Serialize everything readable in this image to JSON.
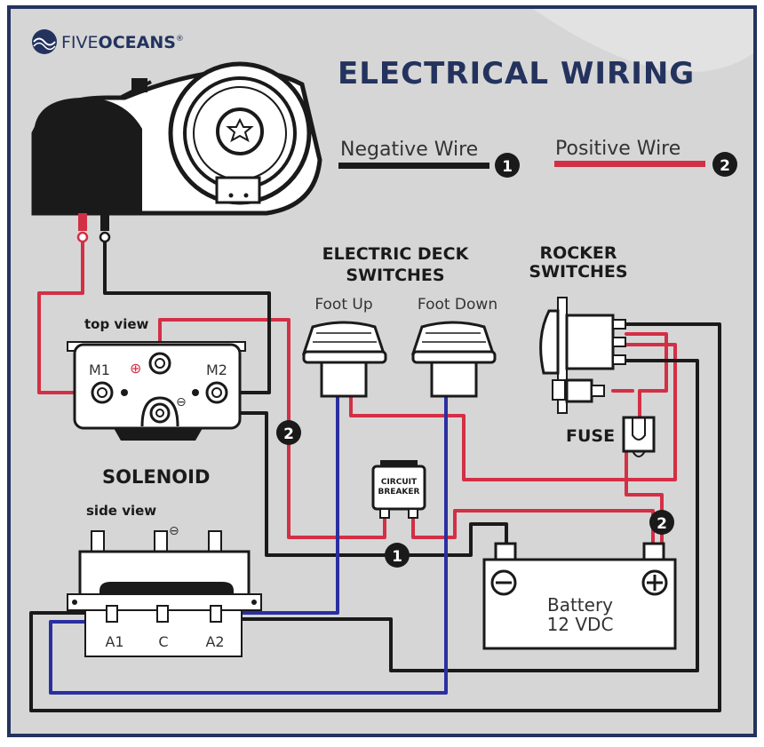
{
  "brand": {
    "name_light": "FIVE",
    "name_bold": "OCEANS",
    "symbol": "®"
  },
  "title": "ELECTRICAL WIRING",
  "legend": {
    "negative": {
      "label": "Negative Wire",
      "number": "1",
      "color": "#1a1a1a"
    },
    "positive": {
      "label": "Positive Wire",
      "number": "2",
      "color": "#d32f45"
    }
  },
  "colors": {
    "frame": "#23335e",
    "background": "#d6d6d6",
    "negative": "#1a1a1a",
    "positive": "#d32f45",
    "control": "#2a2fa0"
  },
  "deck_switches": {
    "title_line1": "ELECTRIC DECK",
    "title_line2": "SWITCHES",
    "foot_up": "Foot Up",
    "foot_down": "Foot Down"
  },
  "rocker": {
    "title_line1": "ROCKER",
    "title_line2": "SWITCHES"
  },
  "fuse": "FUSE",
  "circuit_breaker": {
    "line1": "CIRCUIT",
    "line2": "BREAKER"
  },
  "solenoid": {
    "title": "SOLENOID",
    "top_view": "top view",
    "side_view": "side view",
    "m1": "M1",
    "m2": "M2",
    "plus_symbol": "⊕",
    "minus_symbol": "⊖",
    "terminals": [
      "A1",
      "C",
      "A2"
    ]
  },
  "battery": {
    "label": "Battery",
    "voltage": "12 VDC",
    "minus": "⊖",
    "plus": "⊕"
  },
  "markers": {
    "pos_solenoid": "2",
    "neg_breaker": "1",
    "pos_battery": "2"
  }
}
